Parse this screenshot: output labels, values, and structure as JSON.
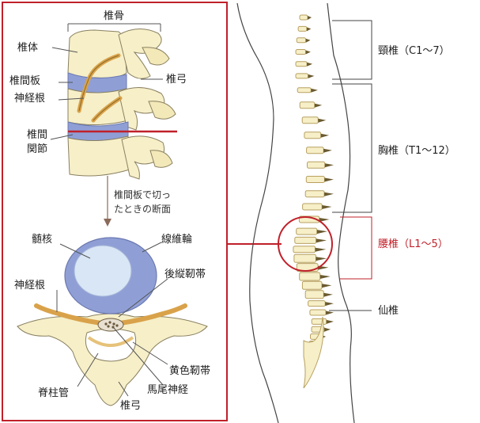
{
  "left_panel": {
    "title": "椎骨",
    "labels": {
      "vertebral_body": "椎体",
      "disc": "椎間板",
      "nerve_root": "神経根",
      "facet_joint_line1": "椎間",
      "facet_joint_line2": "関節",
      "lamina": "椎弓",
      "cut_caption_line1": "椎間板で切っ",
      "cut_caption_line2": "たときの断面"
    },
    "cross_section": {
      "nucleus": "髄核",
      "annulus": "線維輪",
      "posterior_ligament": "後縦靭帯",
      "nerve_root": "神経根",
      "yellow_ligament": "黄色靭帯",
      "spinal_canal": "脊柱管",
      "cauda_equina": "馬尾神経",
      "lamina": "椎弓"
    }
  },
  "right_panel": {
    "regions": [
      {
        "label": "頸椎（C1〜7）",
        "highlight": false
      },
      {
        "label": "胸椎（T1〜12）",
        "highlight": false
      },
      {
        "label": "腰椎（L1〜5）",
        "highlight": true
      },
      {
        "label": "仙椎",
        "highlight": false
      }
    ]
  },
  "colors": {
    "frame_red": "#c0202a",
    "bone": "#f6efc8",
    "bone_outline": "#8a8060",
    "disc_blue": "#8f9fd6",
    "nucleus_blue": "#d8e6f6",
    "nerve_orange": "#d9a24a",
    "spine_gold": "#b8a060"
  }
}
